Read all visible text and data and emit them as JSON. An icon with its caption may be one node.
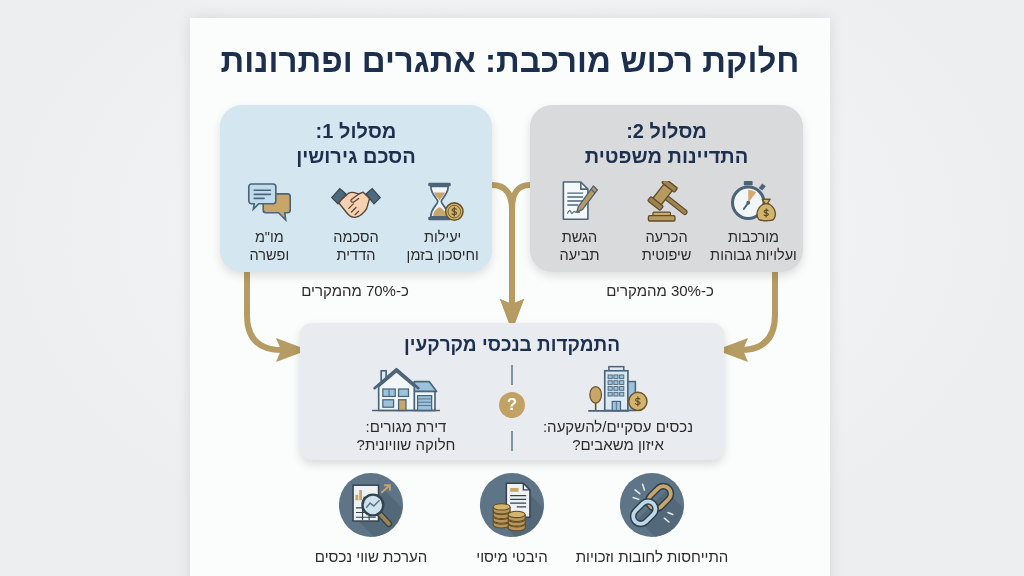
{
  "diagram": {
    "title": "חלוקת רכוש מורכבת: אתגרים ופתרונות",
    "nodes": [
      {
        "text": [
          "מסלול 1: הסכם גירושין",
          "יעילות וחיסכון בזמן",
          "הסכמה הדדית",
          "מו\"מ ופשרה"
        ],
        "beside": [
          "כ-70% מהמקרים"
        ]
      },
      {
        "text": [
          "מסלול 2: התדיינות משפטית",
          "מורכבות ועלויות גבוהות",
          "הכרעה שיפוטית",
          "הגשת תביעה"
        ],
        "beside": [
          "כ-30% מהמקרים"
        ]
      },
      {
        "text": [
          "התמקדות בנכסי מקרקעין",
          "נכסים עסקיים/להשקעה: איזון משאבים?",
          "דירת מגורים: חלוקה שוויונית?"
        ]
      },
      {
        "text": [
          "?"
        ],
        "in": 2
      }
    ],
    "edges": [
      {
        "from": 0,
        "to": 2,
        "arrow": "to"
      },
      {
        "from": 1,
        "to": 2,
        "arrow": "to"
      },
      {
        "from": 0,
        "to": 2,
        "arrow": "to"
      },
      {
        "from": 1,
        "to": 2,
        "arrow": "to"
      }
    ],
    "labels": [
      "התייחסות לחובות וזכויות",
      "היבטי מיסוי",
      "הערכת שווי נכסים"
    ]
  }
}
